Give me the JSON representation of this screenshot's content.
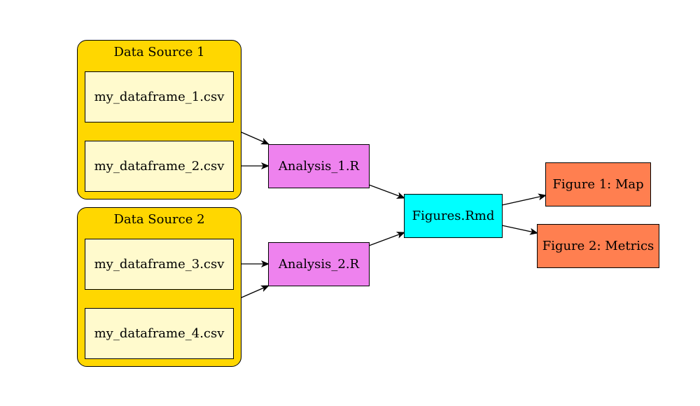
{
  "colors": {
    "cluster": "#FFD700",
    "file": "#FFFACD",
    "analysis": "#EE82EE",
    "report": "#00FFFF",
    "figure": "#FF7F50",
    "edge": "#000000"
  },
  "clusters": [
    {
      "id": "ds1",
      "label": "Data Source 1"
    },
    {
      "id": "ds2",
      "label": "Data Source 2"
    }
  ],
  "nodes": {
    "df1": {
      "label": "my_dataframe_1.csv"
    },
    "df2": {
      "label": "my_dataframe_2.csv"
    },
    "df3": {
      "label": "my_dataframe_3.csv"
    },
    "df4": {
      "label": "my_dataframe_4.csv"
    },
    "a1": {
      "label": "Analysis_1.R"
    },
    "a2": {
      "label": "Analysis_2.R"
    },
    "fig": {
      "label": "Figures.Rmd"
    },
    "map": {
      "label": "Figure 1: Map"
    },
    "metrics": {
      "label": "Figure 2: Metrics"
    }
  },
  "edges": [
    {
      "from": "df1",
      "to": "a1"
    },
    {
      "from": "df2",
      "to": "a1"
    },
    {
      "from": "df3",
      "to": "a2"
    },
    {
      "from": "df4",
      "to": "a2"
    },
    {
      "from": "a1",
      "to": "fig"
    },
    {
      "from": "a2",
      "to": "fig"
    },
    {
      "from": "fig",
      "to": "map"
    },
    {
      "from": "fig",
      "to": "metrics"
    }
  ]
}
